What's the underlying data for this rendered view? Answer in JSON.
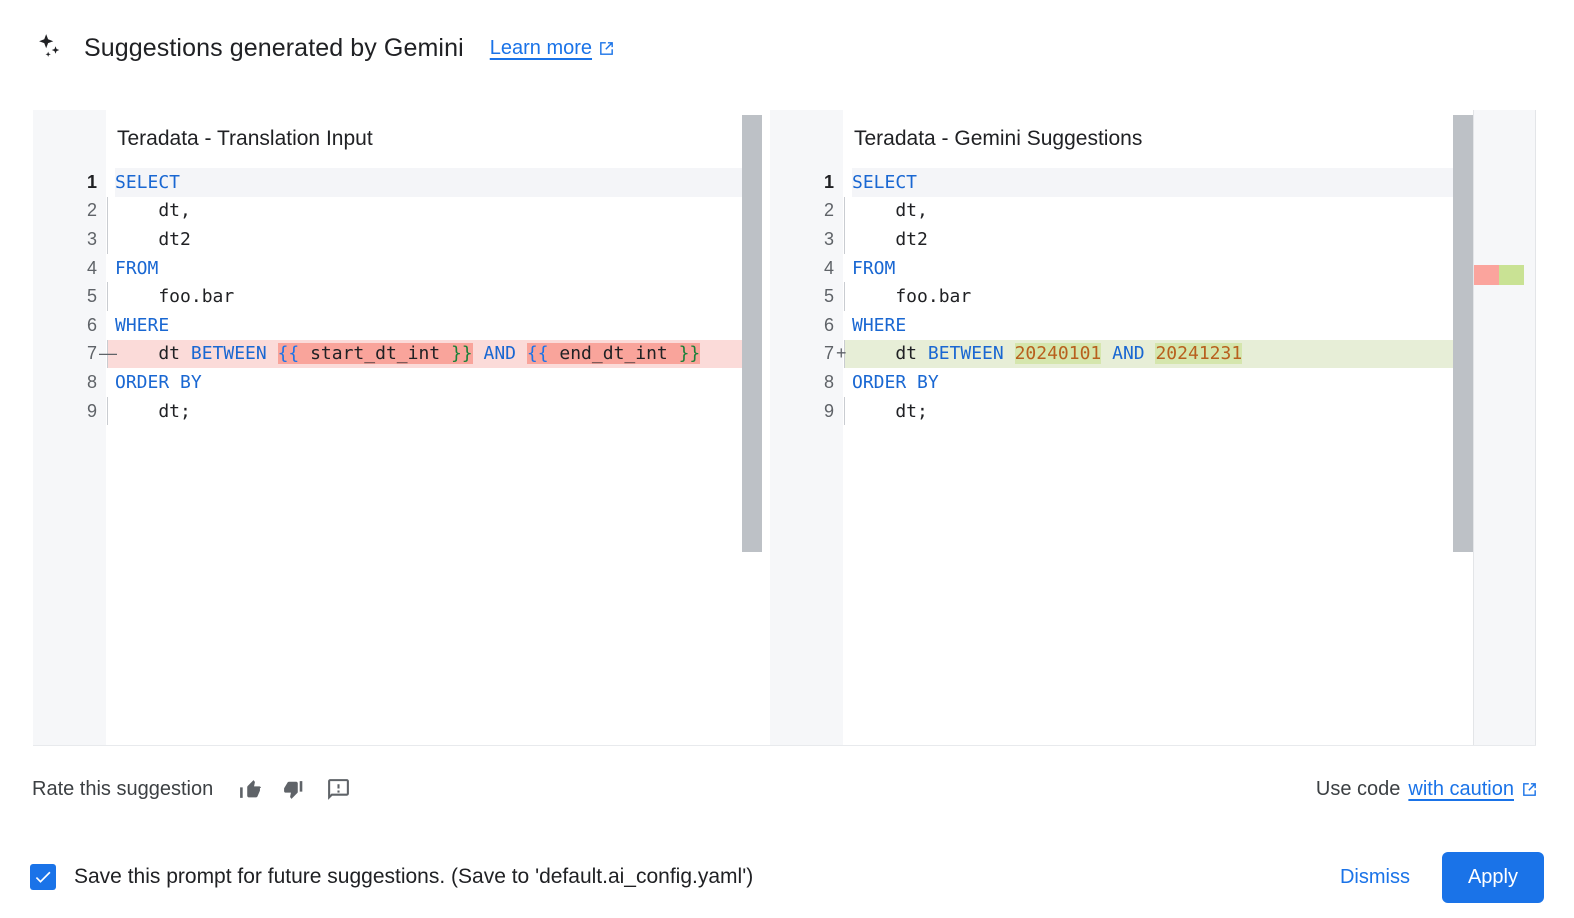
{
  "header": {
    "icon": "gemini-sparkle-icon",
    "title": "Suggestions generated by Gemini",
    "learn_more_label": "Learn more",
    "learn_more_icon": "external-link-icon"
  },
  "diff": {
    "left_pane": {
      "title": "Teradata - Translation Input",
      "lines": [
        {
          "n": "1",
          "mark": "",
          "state": "current",
          "segments": [
            {
              "t": "SELECT",
              "c": "kw"
            }
          ]
        },
        {
          "n": "2",
          "mark": "",
          "state": "normal",
          "segments": [
            {
              "t": "    dt,",
              "c": "plain"
            }
          ]
        },
        {
          "n": "3",
          "mark": "",
          "state": "normal",
          "segments": [
            {
              "t": "    dt2",
              "c": "plain"
            }
          ]
        },
        {
          "n": "4",
          "mark": "",
          "state": "normal",
          "segments": [
            {
              "t": "FROM",
              "c": "kw"
            }
          ]
        },
        {
          "n": "5",
          "mark": "",
          "state": "normal",
          "segments": [
            {
              "t": "    foo.bar",
              "c": "plain"
            }
          ]
        },
        {
          "n": "6",
          "mark": "",
          "state": "normal",
          "segments": [
            {
              "t": "WHERE",
              "c": "kw"
            }
          ]
        },
        {
          "n": "7",
          "mark": "—",
          "state": "deleted",
          "segments": [
            {
              "t": "    dt ",
              "c": "plain"
            },
            {
              "t": "BETWEEN",
              "c": "kw"
            },
            {
              "t": " ",
              "c": "plain"
            },
            {
              "t": "{{",
              "c": "brace-o",
              "hl": "del"
            },
            {
              "t": " start_dt_int ",
              "c": "plain",
              "hl": "del"
            },
            {
              "t": "}}",
              "c": "brace-c",
              "hl": "del"
            },
            {
              "t": " ",
              "c": "plain"
            },
            {
              "t": "AND",
              "c": "kw"
            },
            {
              "t": " ",
              "c": "plain"
            },
            {
              "t": "{{",
              "c": "brace-o",
              "hl": "del"
            },
            {
              "t": " end_dt_int ",
              "c": "plain",
              "hl": "del"
            },
            {
              "t": "}}",
              "c": "brace-c",
              "hl": "del"
            }
          ]
        },
        {
          "n": "8",
          "mark": "",
          "state": "normal",
          "segments": [
            {
              "t": "ORDER BY",
              "c": "kw"
            }
          ]
        },
        {
          "n": "9",
          "mark": "",
          "state": "normal",
          "segments": [
            {
              "t": "    dt;",
              "c": "plain"
            }
          ]
        }
      ]
    },
    "right_pane": {
      "title": "Teradata - Gemini Suggestions",
      "lines": [
        {
          "n": "1",
          "mark": "",
          "state": "current",
          "segments": [
            {
              "t": "SELECT",
              "c": "kw"
            }
          ]
        },
        {
          "n": "2",
          "mark": "",
          "state": "normal",
          "segments": [
            {
              "t": "    dt,",
              "c": "plain"
            }
          ]
        },
        {
          "n": "3",
          "mark": "",
          "state": "normal",
          "segments": [
            {
              "t": "    dt2",
              "c": "plain"
            }
          ]
        },
        {
          "n": "4",
          "mark": "",
          "state": "normal",
          "segments": [
            {
              "t": "FROM",
              "c": "kw"
            }
          ]
        },
        {
          "n": "5",
          "mark": "",
          "state": "normal",
          "segments": [
            {
              "t": "    foo.bar",
              "c": "plain"
            }
          ]
        },
        {
          "n": "6",
          "mark": "",
          "state": "normal",
          "segments": [
            {
              "t": "WHERE",
              "c": "kw"
            }
          ]
        },
        {
          "n": "7",
          "mark": "+",
          "state": "added",
          "segments": [
            {
              "t": "    dt ",
              "c": "plain"
            },
            {
              "t": "BETWEEN",
              "c": "kw"
            },
            {
              "t": " ",
              "c": "plain"
            },
            {
              "t": "20240101",
              "c": "num",
              "hl": "add"
            },
            {
              "t": " ",
              "c": "plain"
            },
            {
              "t": "AND",
              "c": "kw"
            },
            {
              "t": " ",
              "c": "plain"
            },
            {
              "t": "20241231",
              "c": "num",
              "hl": "add"
            }
          ]
        },
        {
          "n": "8",
          "mark": "",
          "state": "normal",
          "segments": [
            {
              "t": "ORDER BY",
              "c": "kw"
            }
          ]
        },
        {
          "n": "9",
          "mark": "",
          "state": "normal",
          "segments": [
            {
              "t": "    dt;",
              "c": "plain"
            }
          ]
        }
      ]
    },
    "overview_ruler": {
      "deleted_marker_color": "#fba49d",
      "added_marker_color": "#c9e294"
    }
  },
  "rate": {
    "label": "Rate this suggestion",
    "thumb_up_icon": "thumb-up-icon",
    "thumb_down_icon": "thumb-down-icon",
    "report_icon": "report-icon",
    "caution_prefix": "Use code",
    "caution_link": "with caution",
    "caution_link_icon": "external-link-icon"
  },
  "footer": {
    "checkbox_checked": true,
    "save_label": "Save this prompt for future suggestions. (Save to 'default.ai_config.yaml')",
    "dismiss_label": "Dismiss",
    "apply_label": "Apply"
  },
  "colors": {
    "accent": "#1a73e8",
    "keyword": "#1967d2",
    "number": "#b8601d",
    "deleted_row": "#fbdbd9",
    "deleted_token": "#f9a49b",
    "added_row": "#e7eed7",
    "added_token": "#d5e6ad"
  }
}
